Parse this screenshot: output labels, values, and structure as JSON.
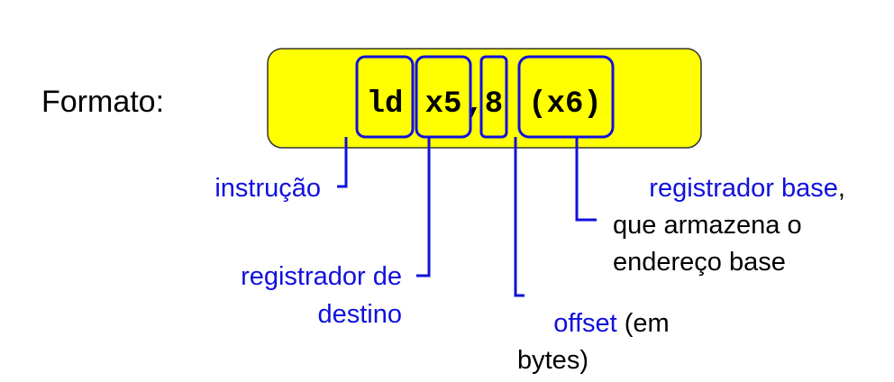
{
  "format_label": "Formato:",
  "instruction": {
    "mnemonic": "ld",
    "dest_register": "x5",
    "comma": ",",
    "offset_value": "8",
    "base_register": "(x6)"
  },
  "annotations": {
    "instrucao": "instrução",
    "dest_line1": "registrador de",
    "dest_line2": "destino",
    "offset_term": "offset",
    "offset_rest1": " (em",
    "offset_line2": "bytes)",
    "base_term": "registrador base",
    "base_comma": ",",
    "base_line2": "que armazena o",
    "base_line3": "endereço base"
  },
  "colors": {
    "box_fill": "#ffff00",
    "box_border": "#333333",
    "accent": "#1010dd",
    "text": "#000000"
  }
}
